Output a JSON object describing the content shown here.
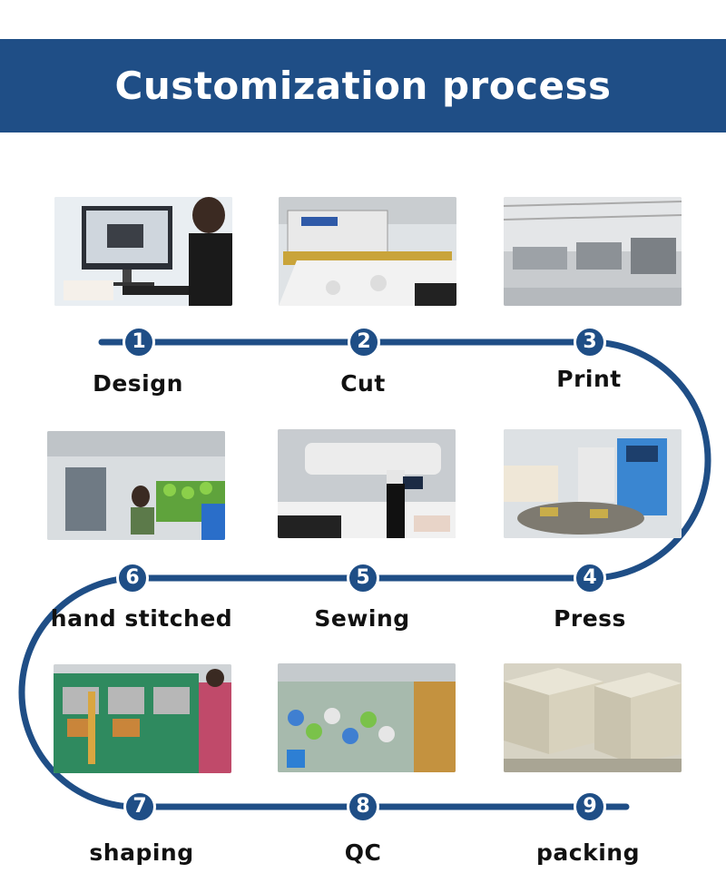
{
  "title": "Customization process",
  "colors": {
    "accent": "#1f4e86",
    "background": "#ffffff",
    "text": "#111111"
  },
  "steps": [
    {
      "number": "1",
      "label": "Design",
      "image": "designer at computer workstation"
    },
    {
      "number": "2",
      "label": "Cut",
      "image": "fabric cutting machine"
    },
    {
      "number": "3",
      "label": "Print",
      "image": "printing production line"
    },
    {
      "number": "4",
      "label": "Press",
      "image": "press machine"
    },
    {
      "number": "5",
      "label": "Sewing",
      "image": "sewing machine"
    },
    {
      "number": "6",
      "label": "hand stitched",
      "image": "workers hand stitching balls"
    },
    {
      "number": "7",
      "label": "shaping",
      "image": "shaping machines"
    },
    {
      "number": "8",
      "label": "QC",
      "image": "quality control area with balls"
    },
    {
      "number": "9",
      "label": "packing",
      "image": "packed cartons"
    }
  ]
}
